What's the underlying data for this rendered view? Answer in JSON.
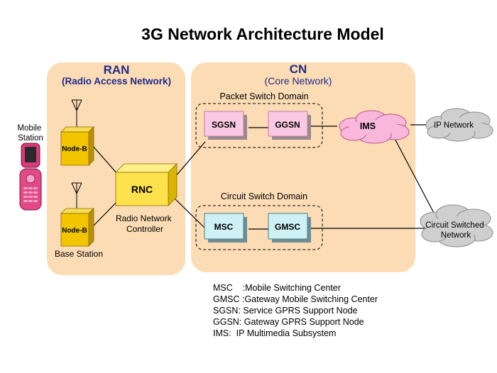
{
  "title": "3G Network Architecture Model",
  "ran": {
    "heading": "RAN",
    "subheading": "(Radio Access Network)"
  },
  "cn": {
    "heading": "CN",
    "subheading": "(Core Network)"
  },
  "domains": {
    "packet_switch": "Packet Switch Domain",
    "circuit_switch": "Circuit Switch Domain"
  },
  "nodes": {
    "mobile_station": [
      "Mobile",
      "Station"
    ],
    "node_b_top": "Node-B",
    "node_b_bottom": "Node-B",
    "base_station": "Base Station",
    "rnc": "RNC",
    "rnc_caption": [
      "Radio Network",
      "Controller"
    ],
    "sgsn": "SGSN",
    "ggsn": "GGSN",
    "ims": "IMS",
    "msc": "MSC",
    "gmsc": "GMSC",
    "ip_network": "IP Network",
    "circuit_switched_network": [
      "Circuit Switched",
      "Network"
    ]
  },
  "legend": [
    "MSC    :Mobile Switching Center",
    "GMSC :Gateway Mobile Switching Center",
    "SGSN: Service GPRS Support Node",
    "GGSN: Gateway GPRS Support Node",
    "IMS:  IP Multimedia Subsystem"
  ],
  "colors": {
    "region_fill": "#fbdcb4",
    "node_b_fill": "#f2c500",
    "rnc_fill": "#ffe14d",
    "pink_node": "#fbc9e3",
    "blue_node": "#cdf1f4",
    "ims_cloud": "#f9b7dc",
    "grey_cloud": "#cfcfcf",
    "region_title": "#1f2a8c"
  }
}
